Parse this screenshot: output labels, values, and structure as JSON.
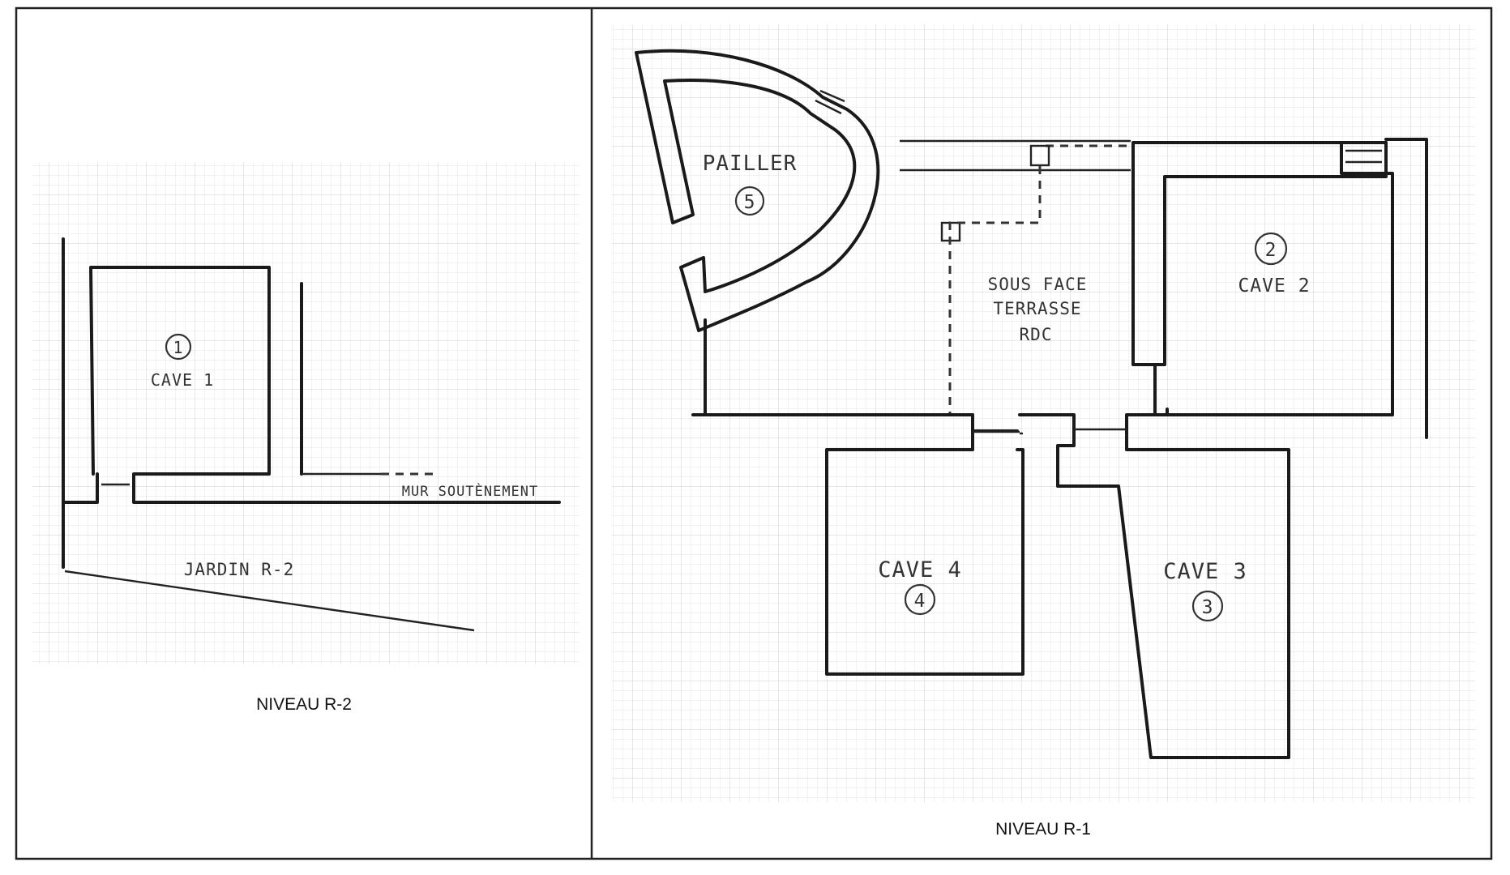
{
  "panels": {
    "left": {
      "caption": "NIVEAU R-2",
      "room_label": "CAVE 1",
      "room_number": "1",
      "wall_label": "MUR SOUTÈNEMENT",
      "garden_label": "JARDIN R-2"
    },
    "right": {
      "caption": "NIVEAU R-1",
      "room5_label": "PAILLER",
      "room5_number": "5",
      "room2_label": "CAVE 2",
      "room2_number": "2",
      "center_label_1": "SOUS FACE",
      "center_label_2": "TERRASSE",
      "center_label_3": "RDC",
      "room4_label": "CAVE 4",
      "room4_number": "4",
      "room3_label": "CAVE 3",
      "room3_number": "3"
    }
  }
}
